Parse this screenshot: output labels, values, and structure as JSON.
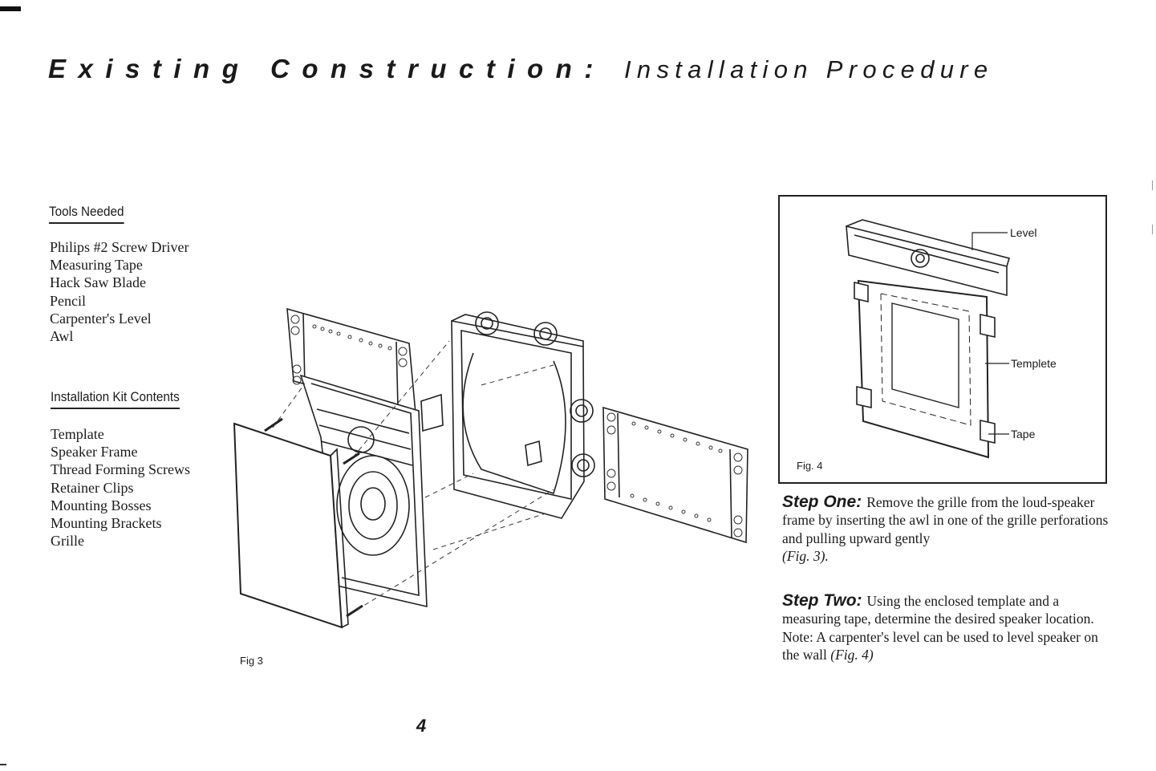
{
  "title": {
    "main": "Existing Construction:",
    "sub": "Installation Procedure"
  },
  "tools": {
    "heading": "Tools Needed",
    "items": [
      "Philips #2 Screw Driver",
      "Measuring Tape",
      "Hack Saw Blade",
      "Pencil",
      "Carpenter's Level",
      "Awl"
    ]
  },
  "kit": {
    "heading": "Installation Kit Contents",
    "items": [
      "Template",
      "Speaker Frame",
      "Thread Forming Screws",
      "Retainer Clips",
      "Mounting Bosses",
      "Mounting Brackets",
      "Grille"
    ]
  },
  "fig3": {
    "label": "Fig 3"
  },
  "fig4": {
    "label": "Fig. 4",
    "callouts": {
      "level": "Level",
      "template": "Templete",
      "tape": "Tape"
    }
  },
  "steps": [
    {
      "heading": "Step One:",
      "text": "Remove the grille from the loud-speaker frame by inserting the awl in one of the grille perforations and pulling upward gently",
      "ref": "(Fig. 3)."
    },
    {
      "heading": "Step Two:",
      "text": "Using the enclosed template and a measuring tape, determine the desired speaker location. Note: A carpenter's level can be used to level speaker on the wall",
      "ref": "(Fig. 4)"
    }
  ],
  "page": {
    "number": "4"
  }
}
